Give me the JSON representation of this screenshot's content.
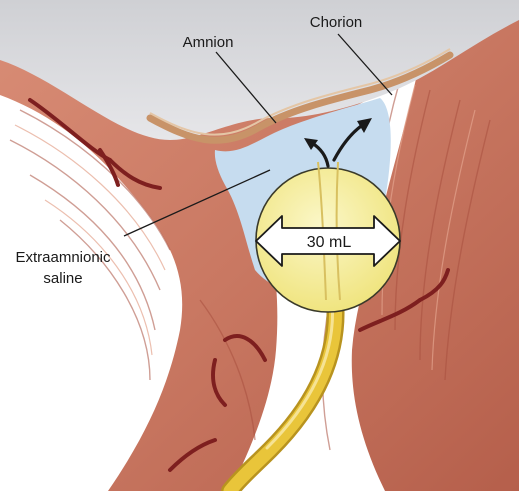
{
  "labels": {
    "amnion": "Amnion",
    "chorion": "Chorion",
    "extraamnionic_line1": "Extraamnionic",
    "extraamnionic_line2": "saline",
    "balloon_volume": "30 mL"
  },
  "colors": {
    "uterine_muscle": "#c97862",
    "muscle_shadow": "#a9503f",
    "muscle_highlight": "#e4a48e",
    "vessel": "#7e1f1f",
    "membrane_tan": "#c89368",
    "fetal_gray": "#d9d9dc",
    "saline_blue": "#c6dcef",
    "balloon_yellow": "#f6f0a0",
    "catheter_yellow": "#e9c53a",
    "leader_line": "#1a1a1a"
  },
  "icons": [
    "double-headed-arrow-icon",
    "curved-arrow-icon"
  ]
}
